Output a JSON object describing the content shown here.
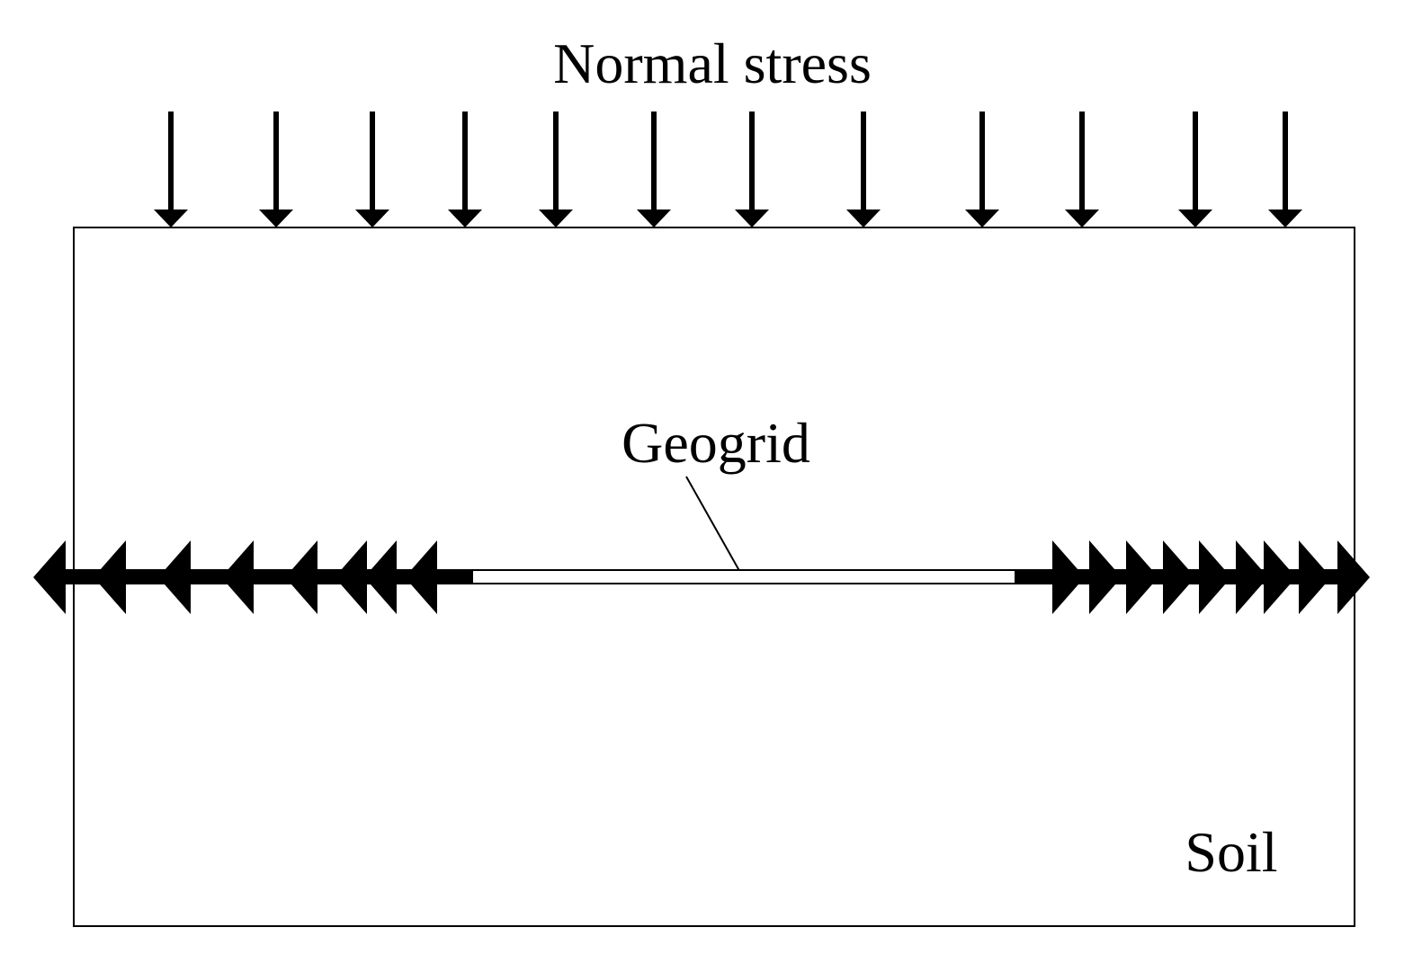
{
  "labels": {
    "normal_stress": "Normal stress",
    "geogrid": "Geogrid",
    "soil": "Soil"
  },
  "colors": {
    "ink": "#000000",
    "background": "#ffffff"
  },
  "counts": {
    "normal_stress_arrows": 12,
    "left_pull_arrowheads": 8,
    "right_pull_arrowheads": 9
  }
}
